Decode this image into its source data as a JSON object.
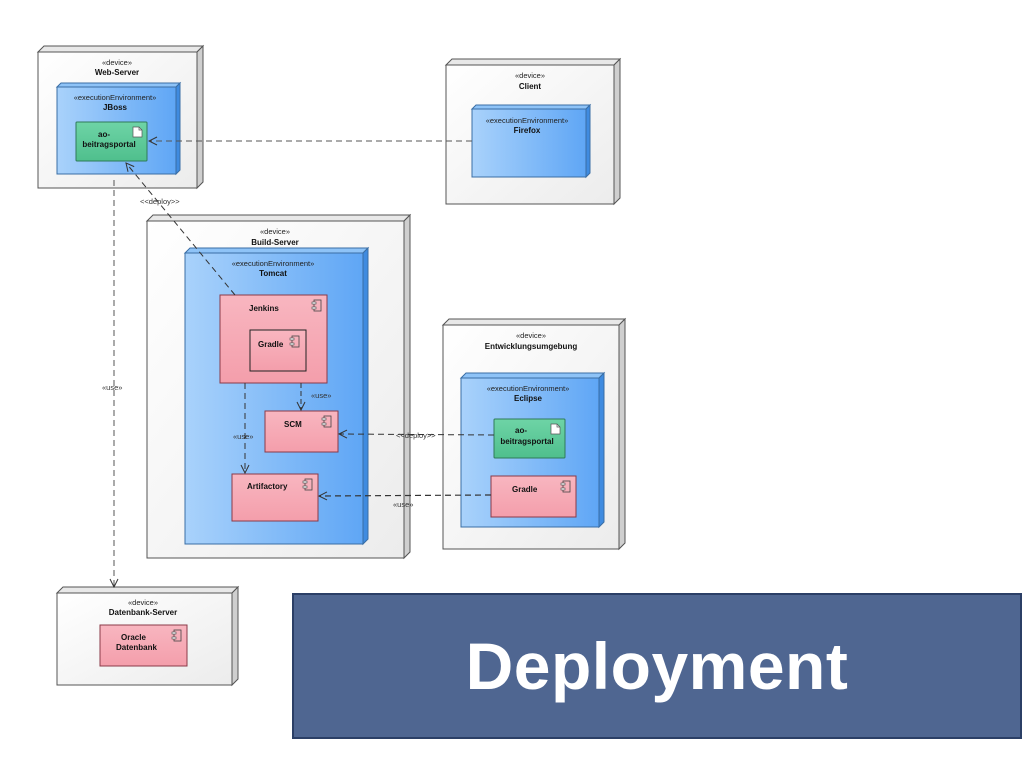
{
  "devices": {
    "web_server": {
      "stereotype": "«device»",
      "name": "Web-Server"
    },
    "client": {
      "stereotype": "«device»",
      "name": "Client"
    },
    "build_server": {
      "stereotype": "«device»",
      "name": "Build-Server"
    },
    "dev_env": {
      "stereotype": "«device»",
      "name": "Entwicklungsumgebung"
    },
    "db_server": {
      "stereotype": "«device»",
      "name": "Datenbank-Server"
    }
  },
  "environments": {
    "jboss": {
      "stereotype": "«executionEnvironment»",
      "name": "JBoss"
    },
    "firefox": {
      "stereotype": "«executionEnvironment»",
      "name": "Firefox"
    },
    "tomcat": {
      "stereotype": "«executionEnvironment»",
      "name": "Tomcat"
    },
    "eclipse": {
      "stereotype": "«executionEnvironment»",
      "name": "Eclipse"
    }
  },
  "artifacts": {
    "portal_web": {
      "line1": "ao-",
      "line2": "beitragsportal"
    },
    "portal_dev": {
      "line1": "ao-",
      "line2": "beitragsportal"
    }
  },
  "components": {
    "jenkins": "Jenkins",
    "gradle_build": "Gradle",
    "scm": "SCM",
    "artifactory": "Artifactory",
    "gradle_dev": "Gradle",
    "oracle_line1": "Oracle",
    "oracle_line2": "Datenbank"
  },
  "connectors": {
    "deploy_web": "<<deploy>>",
    "use_db": "«use»",
    "use_scm": "«use»",
    "use_artifactory": "«use»",
    "deploy_dev": "<<deploy>>",
    "use_gradle": "«use»"
  },
  "banner": {
    "title": "Deployment"
  },
  "colors": {
    "device_fill": "#f4f4f4",
    "env_fill": "#66aaf5",
    "artifact_fill": "#5ccb9a",
    "component_fill": "#f5aab6",
    "banner_fill": "#4f6691"
  }
}
